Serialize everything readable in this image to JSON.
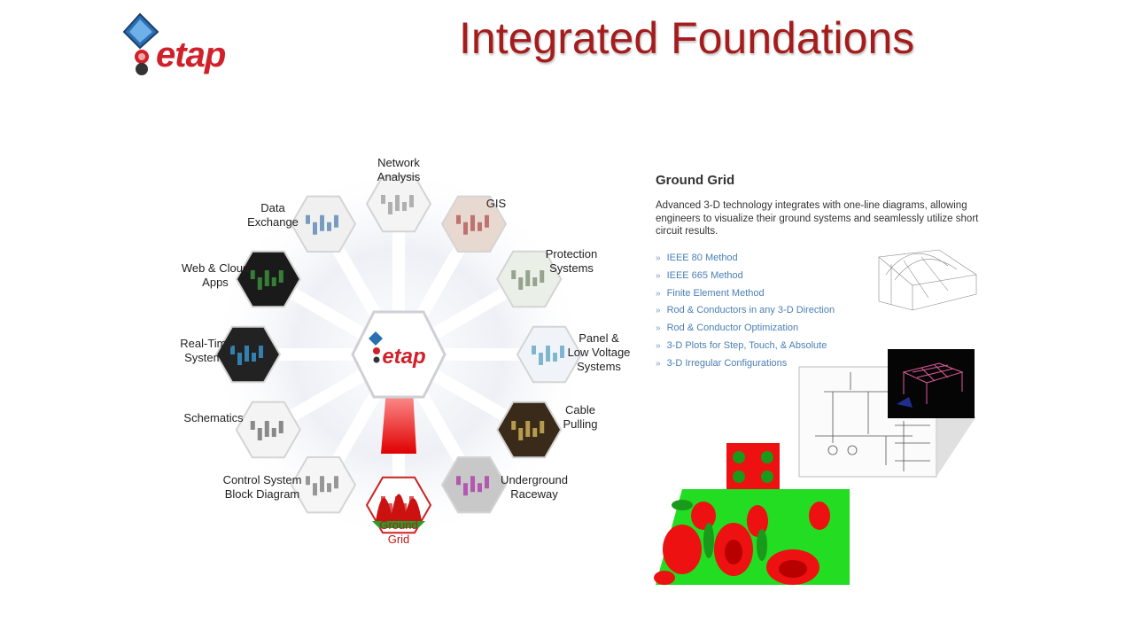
{
  "header": {
    "brand": "etap",
    "title": "Integrated Foundations"
  },
  "wheel": {
    "center_logo": "etap",
    "items": [
      {
        "id": "network",
        "label": "Network Analysis",
        "lines": [
          "Network",
          "Analysis"
        ]
      },
      {
        "id": "gis",
        "label": "GIS",
        "lines": [
          "GIS"
        ]
      },
      {
        "id": "protection",
        "label": "Protection Systems",
        "lines": [
          "Protection",
          "Systems"
        ]
      },
      {
        "id": "panel",
        "label": "Panel & Low Voltage Systems",
        "lines": [
          "Panel &",
          "Low Voltage",
          "Systems"
        ]
      },
      {
        "id": "cable",
        "label": "Cable Pulling",
        "lines": [
          "Cable",
          "Pulling"
        ]
      },
      {
        "id": "raceway",
        "label": "Underground Raceway",
        "lines": [
          "Underground",
          "Raceway"
        ]
      },
      {
        "id": "ground",
        "label": "Ground Grid",
        "lines": [
          "Ground",
          "Grid"
        ],
        "active": true
      },
      {
        "id": "control",
        "label": "Control System Block Diagram",
        "lines": [
          "Control System",
          "Block Diagram"
        ]
      },
      {
        "id": "schematics",
        "label": "Schematics",
        "lines": [
          "Schematics"
        ]
      },
      {
        "id": "realtime",
        "label": "Real-Time Systems",
        "lines": [
          "Real-Time",
          "Systems"
        ]
      },
      {
        "id": "webcloud",
        "label": "Web & Cloud Apps",
        "lines": [
          "Web & Cloud",
          "Apps"
        ]
      },
      {
        "id": "data",
        "label": "Data Exchange",
        "lines": [
          "Data",
          "Exchange"
        ]
      }
    ]
  },
  "panel": {
    "title": "Ground Grid",
    "description": "Advanced 3-D technology integrates with one-line diagrams, allowing engineers to visualize their ground systems and seamlessly utilize short circuit results.",
    "features": [
      "IEEE 80 Method",
      "IEEE 665 Method",
      "Finite Element Method",
      "Rod & Conductors in any 3-D Direction",
      "Rod & Conductor Optimization",
      "3-D Plots for Step, Touch, & Absolute",
      "3-D Irregular Configurations"
    ]
  },
  "colors": {
    "title": "#a51c1c",
    "brand_red": "#d0202a",
    "active_label": "#c01818",
    "feature_link": "#4a7fb5",
    "grid_green": "#22dd22",
    "grid_red": "#ee1111"
  }
}
